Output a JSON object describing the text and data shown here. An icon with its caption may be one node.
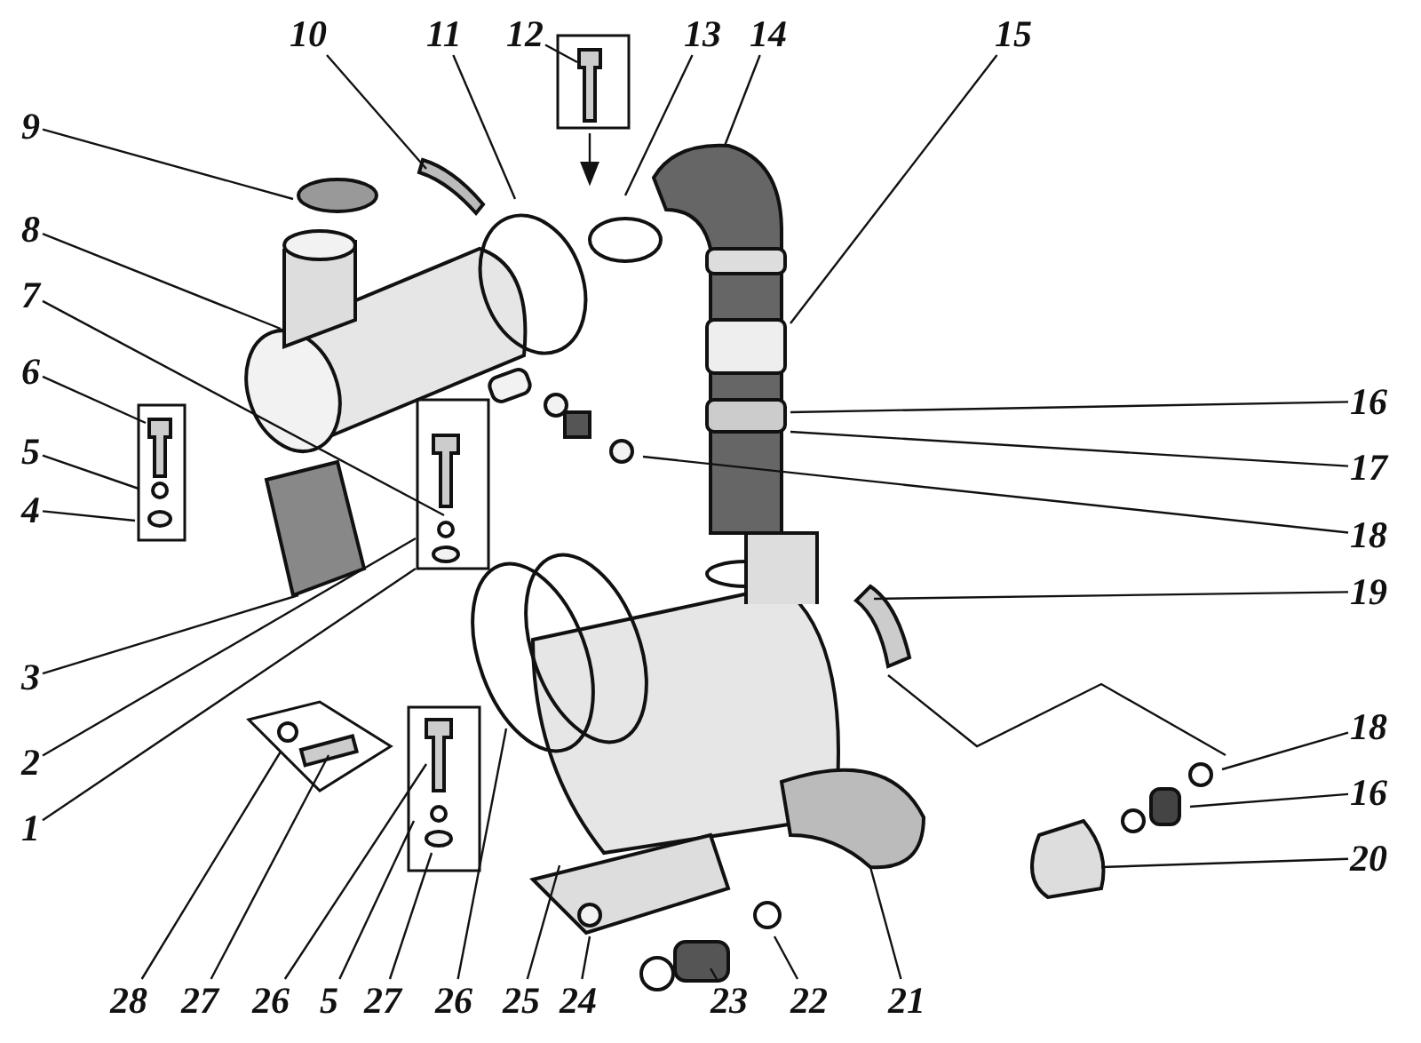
{
  "diagram": {
    "nodes": [
      {
        "text": [
          "10"
        ]
      },
      {
        "text": [
          "11"
        ]
      },
      {
        "text": [
          "12"
        ]
      },
      {
        "text": [
          "13"
        ]
      },
      {
        "text": [
          "14"
        ]
      },
      {
        "text": [
          "15"
        ]
      },
      {
        "text": [
          "9"
        ]
      },
      {
        "text": [
          "8"
        ]
      },
      {
        "text": [
          "7"
        ]
      },
      {
        "text": [
          "6"
        ]
      },
      {
        "text": [
          "5"
        ]
      },
      {
        "text": [
          "4"
        ]
      },
      {
        "text": [
          "16"
        ]
      },
      {
        "text": [
          "17"
        ]
      },
      {
        "text": [
          "18"
        ]
      },
      {
        "text": [
          "19"
        ]
      },
      {
        "text": [
          "3"
        ]
      },
      {
        "text": [
          "2"
        ]
      },
      {
        "text": [
          "1"
        ]
      },
      {
        "text": [
          "18"
        ]
      },
      {
        "text": [
          "16"
        ]
      },
      {
        "text": [
          "20"
        ]
      },
      {
        "text": [
          "28"
        ]
      },
      {
        "text": [
          "27"
        ]
      },
      {
        "text": [
          "26"
        ]
      },
      {
        "text": [
          "5"
        ]
      },
      {
        "text": [
          "27"
        ]
      },
      {
        "text": [
          "26"
        ]
      },
      {
        "text": [
          "25"
        ]
      },
      {
        "text": [
          "24"
        ]
      },
      {
        "text": [
          "23"
        ]
      },
      {
        "text": [
          "22"
        ]
      },
      {
        "text": [
          "21"
        ]
      }
    ],
    "edges": [
      {
        "from": 0,
        "to": null,
        "arrow": "none"
      },
      {
        "from": 1,
        "to": null,
        "arrow": "none"
      },
      {
        "from": 2,
        "to": null,
        "arrow": "none"
      },
      {
        "from": 3,
        "to": null,
        "arrow": "none"
      },
      {
        "from": 4,
        "to": null,
        "arrow": "none"
      },
      {
        "from": 5,
        "to": null,
        "arrow": "none"
      },
      {
        "from": 6,
        "to": null,
        "arrow": "none"
      },
      {
        "from": 7,
        "to": null,
        "arrow": "none"
      },
      {
        "from": 8,
        "to": null,
        "arrow": "none"
      },
      {
        "from": 9,
        "to": null,
        "arrow": "none"
      },
      {
        "from": 10,
        "to": null,
        "arrow": "none"
      },
      {
        "from": 11,
        "to": null,
        "arrow": "none"
      },
      {
        "from": 12,
        "to": null,
        "arrow": "none"
      },
      {
        "from": 13,
        "to": null,
        "arrow": "none"
      },
      {
        "from": 14,
        "to": null,
        "arrow": "none"
      },
      {
        "from": 15,
        "to": null,
        "arrow": "none"
      },
      {
        "from": 16,
        "to": null,
        "arrow": "none"
      },
      {
        "from": 17,
        "to": null,
        "arrow": "none"
      },
      {
        "from": 18,
        "to": null,
        "arrow": "none"
      },
      {
        "from": 19,
        "to": null,
        "arrow": "none"
      },
      {
        "from": 20,
        "to": null,
        "arrow": "none"
      },
      {
        "from": 21,
        "to": null,
        "arrow": "none"
      },
      {
        "from": 22,
        "to": null,
        "arrow": "none"
      },
      {
        "from": 23,
        "to": null,
        "arrow": "none"
      },
      {
        "from": 24,
        "to": null,
        "arrow": "none"
      },
      {
        "from": 25,
        "to": null,
        "arrow": "none"
      },
      {
        "from": 26,
        "to": null,
        "arrow": "none"
      },
      {
        "from": 27,
        "to": null,
        "arrow": "none"
      },
      {
        "from": 28,
        "to": null,
        "arrow": "none"
      },
      {
        "from": 29,
        "to": null,
        "arrow": "none"
      },
      {
        "from": 30,
        "to": null,
        "arrow": "none"
      },
      {
        "from": 31,
        "to": null,
        "arrow": "none"
      },
      {
        "from": 32,
        "to": null,
        "arrow": "none"
      }
    ]
  }
}
